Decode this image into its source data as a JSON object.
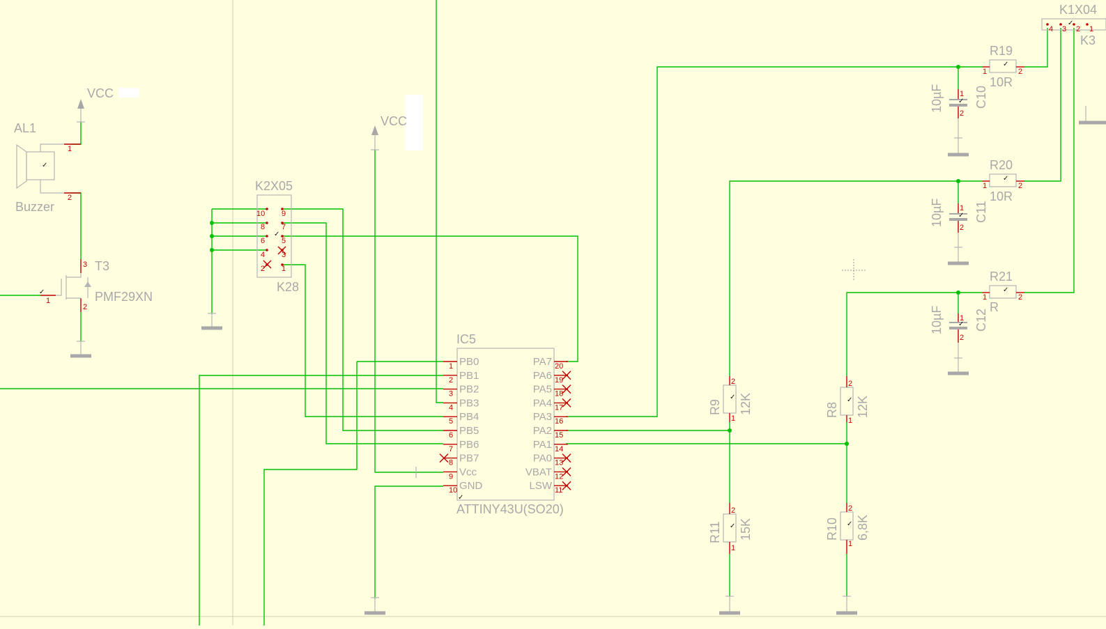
{
  "colors": {
    "background": "#ffffe0",
    "wire": "#00c000",
    "pin": "#c00000",
    "symbol": "#b4b4b4"
  },
  "labels": {
    "vcc1": "VCC",
    "vcc2": "VCC",
    "al1_name": "AL1",
    "al1_value": "Buzzer",
    "t3_name": "T3",
    "t3_value": "PMF29XN",
    "k2_name": "K2X05",
    "k2_value": "K28",
    "ic_name": "IC5",
    "ic_value": "ATTINY43U(SO20)",
    "k1_name": "K1X04",
    "k1_value": "K3",
    "r19_name": "R19",
    "r19_value": "10R",
    "r20_name": "R20",
    "r20_value": "10R",
    "r21_name": "R21",
    "r21_value": "R",
    "c10_name": "C10",
    "c10_value": "10µF",
    "c11_name": "C11",
    "c11_value": "10µF",
    "c12_name": "C12",
    "c12_value": "10µF",
    "r9_name": "R9",
    "r9_value": "12K",
    "r8_name": "R8",
    "r8_value": "12K",
    "r11_name": "R11",
    "r11_value": "15K",
    "r10_name": "R10",
    "r10_value": "6,8K"
  },
  "ic_pins_left": [
    "PB0",
    "PB1",
    "PB2",
    "PB3",
    "PB4",
    "PB5",
    "PB6",
    "PB7",
    "Vcc",
    "GND"
  ],
  "ic_pins_right": [
    "PA7",
    "PA6",
    "PA5",
    "PA4",
    "PA3",
    "PA2",
    "PA1",
    "PA0",
    "VBAT",
    "LSW"
  ],
  "ic_numbers_left": [
    "1",
    "2",
    "3",
    "4",
    "5",
    "6",
    "7",
    "8",
    "9",
    "10"
  ],
  "ic_numbers_right": [
    "20",
    "19",
    "18",
    "17",
    "16",
    "15",
    "14",
    "13",
    "12",
    "11"
  ],
  "pins": {
    "one": "1",
    "two": "2",
    "three": "3",
    "four": "4",
    "five": "5",
    "six": "6",
    "seven": "7",
    "eight": "8",
    "nine": "9",
    "ten": "10"
  }
}
